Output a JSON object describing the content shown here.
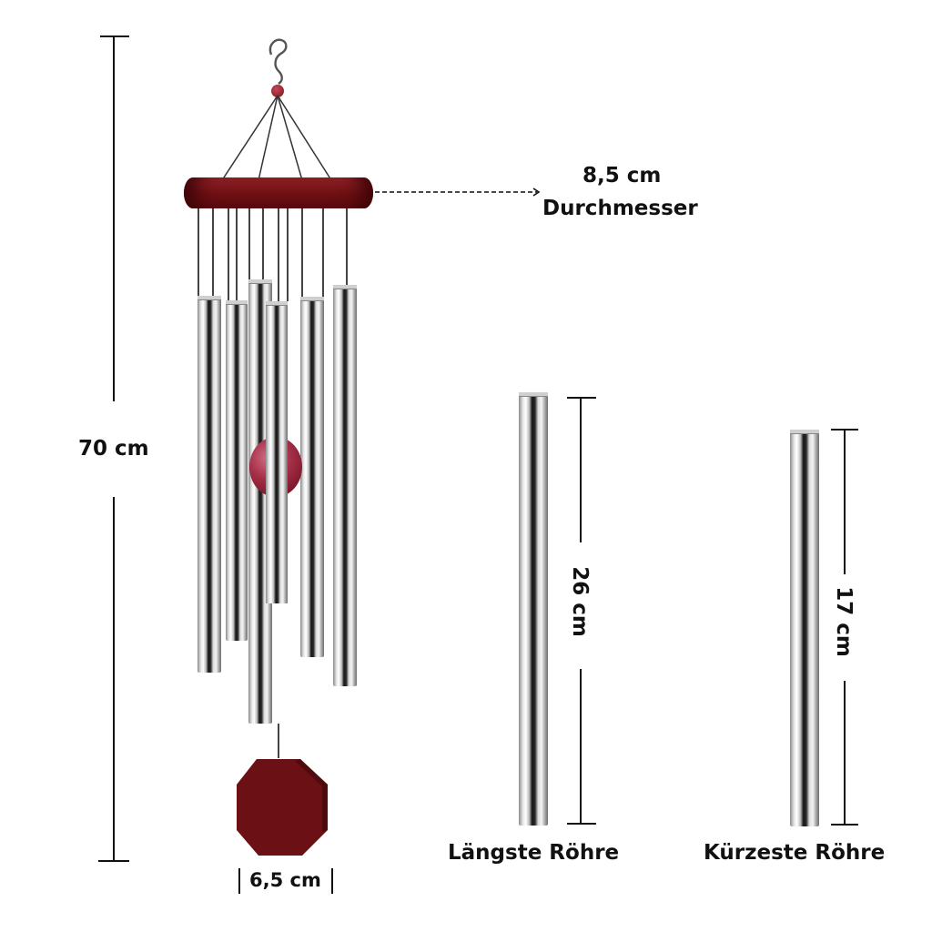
{
  "product": {
    "name": "wind-chime",
    "colors": {
      "wood": "#7a1416",
      "metal_light": "#f0f0f0",
      "metal_dark": "#151515",
      "line": "#111111"
    }
  },
  "dimensions": {
    "total_height": {
      "label": "70 cm"
    },
    "ring_diameter": {
      "value": "8,5 cm",
      "caption": "Durchmesser"
    },
    "sail_width": {
      "label": "6,5 cm"
    },
    "longest_tube": {
      "length": "26 cm",
      "caption": "Längste Röhre"
    },
    "shortest_tube": {
      "length": "17 cm",
      "caption": "Kürzeste Röhre"
    }
  }
}
